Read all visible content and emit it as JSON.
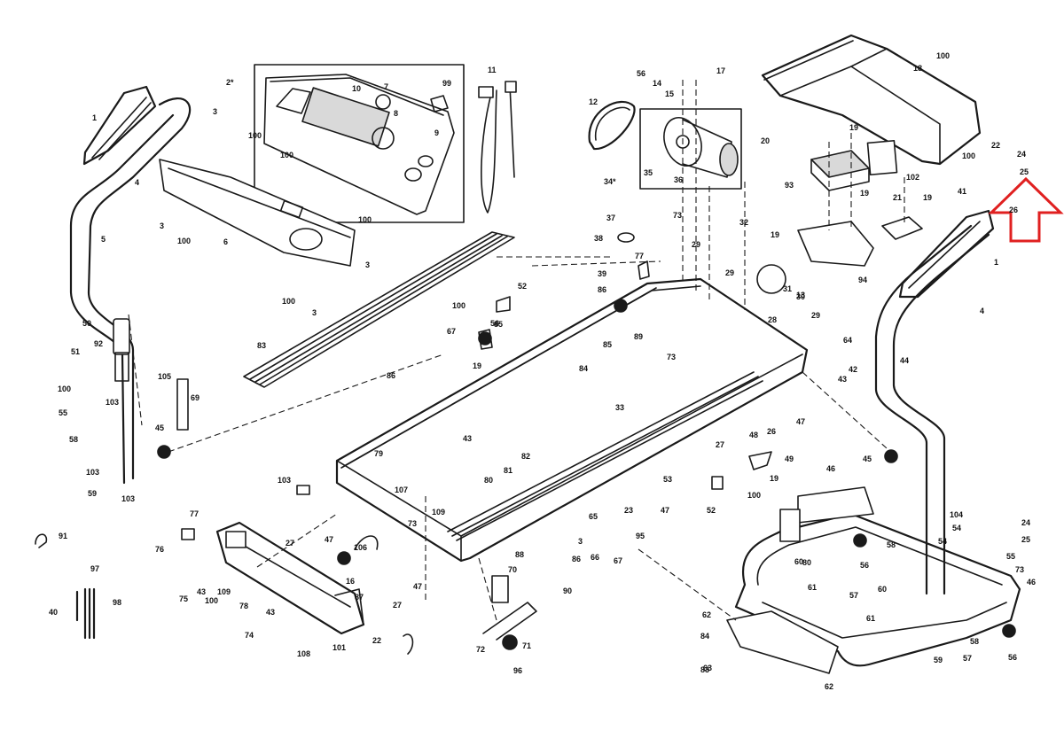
{
  "diagram": {
    "highlight_arrow_color": "#e02020",
    "labels": [
      {
        "id": "l1",
        "text": "1"
      },
      {
        "id": "l2",
        "text": "1"
      },
      {
        "id": "l3",
        "text": "2*"
      },
      {
        "id": "l4",
        "text": "3"
      },
      {
        "id": "l5",
        "text": "3"
      },
      {
        "id": "l6",
        "text": "3"
      },
      {
        "id": "l7",
        "text": "3"
      },
      {
        "id": "l8",
        "text": "3"
      },
      {
        "id": "l9",
        "text": "4"
      },
      {
        "id": "l10",
        "text": "4"
      },
      {
        "id": "l11",
        "text": "5"
      },
      {
        "id": "l12",
        "text": "6"
      },
      {
        "id": "l13",
        "text": "7"
      },
      {
        "id": "l14",
        "text": "8"
      },
      {
        "id": "l15",
        "text": "9"
      },
      {
        "id": "l16",
        "text": "10"
      },
      {
        "id": "l17",
        "text": "11"
      },
      {
        "id": "l18",
        "text": "12"
      },
      {
        "id": "l19",
        "text": "13"
      },
      {
        "id": "l20",
        "text": "14"
      },
      {
        "id": "l21",
        "text": "15"
      },
      {
        "id": "l22",
        "text": "16"
      },
      {
        "id": "l23",
        "text": "17"
      },
      {
        "id": "l24",
        "text": "18"
      },
      {
        "id": "l25",
        "text": "19"
      },
      {
        "id": "l26",
        "text": "19"
      },
      {
        "id": "l27",
        "text": "19"
      },
      {
        "id": "l28",
        "text": "19"
      },
      {
        "id": "l29",
        "text": "19"
      },
      {
        "id": "l30",
        "text": "19"
      },
      {
        "id": "l31",
        "text": "20"
      },
      {
        "id": "l32",
        "text": "21"
      },
      {
        "id": "l33",
        "text": "22"
      },
      {
        "id": "l34",
        "text": "22"
      },
      {
        "id": "l35",
        "text": "23"
      },
      {
        "id": "l36",
        "text": "24"
      },
      {
        "id": "l37",
        "text": "24"
      },
      {
        "id": "l38",
        "text": "25"
      },
      {
        "id": "l39",
        "text": "25"
      },
      {
        "id": "l40",
        "text": "26"
      },
      {
        "id": "l41",
        "text": "26"
      },
      {
        "id": "l42",
        "text": "27"
      },
      {
        "id": "l43",
        "text": "27"
      },
      {
        "id": "l44",
        "text": "27"
      },
      {
        "id": "l45",
        "text": "28"
      },
      {
        "id": "l46",
        "text": "29"
      },
      {
        "id": "l47",
        "text": "29"
      },
      {
        "id": "l48",
        "text": "29"
      },
      {
        "id": "l49",
        "text": "30"
      },
      {
        "id": "l50",
        "text": "31"
      },
      {
        "id": "l51",
        "text": "32"
      },
      {
        "id": "l52",
        "text": "33"
      },
      {
        "id": "l53",
        "text": "34*"
      },
      {
        "id": "l54",
        "text": "35"
      },
      {
        "id": "l55",
        "text": "36"
      },
      {
        "id": "l56",
        "text": "37"
      },
      {
        "id": "l57",
        "text": "38"
      },
      {
        "id": "l58",
        "text": "39"
      },
      {
        "id": "l59",
        "text": "40"
      },
      {
        "id": "l60",
        "text": "41"
      },
      {
        "id": "l61",
        "text": "42"
      },
      {
        "id": "l62",
        "text": "43"
      },
      {
        "id": "l63",
        "text": "43"
      },
      {
        "id": "l64",
        "text": "43"
      },
      {
        "id": "l65",
        "text": "43"
      },
      {
        "id": "l66",
        "text": "44"
      },
      {
        "id": "l67",
        "text": "45"
      },
      {
        "id": "l68",
        "text": "45"
      },
      {
        "id": "l69",
        "text": "46"
      },
      {
        "id": "l70",
        "text": "46"
      },
      {
        "id": "l71",
        "text": "47"
      },
      {
        "id": "l72",
        "text": "47"
      },
      {
        "id": "l73",
        "text": "47"
      },
      {
        "id": "l74",
        "text": "47"
      },
      {
        "id": "l75",
        "text": "48"
      },
      {
        "id": "l76",
        "text": "49"
      },
      {
        "id": "l77",
        "text": "50"
      },
      {
        "id": "l78",
        "text": "51"
      },
      {
        "id": "l79",
        "text": "52"
      },
      {
        "id": "l80",
        "text": "52"
      },
      {
        "id": "l81",
        "text": "53"
      },
      {
        "id": "l82",
        "text": "54"
      },
      {
        "id": "l83",
        "text": "54"
      },
      {
        "id": "l84",
        "text": "55"
      },
      {
        "id": "l85",
        "text": "55"
      },
      {
        "id": "l86",
        "text": "56"
      },
      {
        "id": "l87",
        "text": "56"
      },
      {
        "id": "l88",
        "text": "56"
      },
      {
        "id": "l89",
        "text": "56"
      },
      {
        "id": "l90",
        "text": "57"
      },
      {
        "id": "l91",
        "text": "57"
      },
      {
        "id": "l92",
        "text": "58"
      },
      {
        "id": "l93",
        "text": "58"
      },
      {
        "id": "l94",
        "text": "58"
      },
      {
        "id": "l95",
        "text": "59"
      },
      {
        "id": "l96",
        "text": "59"
      },
      {
        "id": "l97",
        "text": "60"
      },
      {
        "id": "l98",
        "text": "60"
      },
      {
        "id": "l99",
        "text": "61"
      },
      {
        "id": "l100",
        "text": "61"
      },
      {
        "id": "l101",
        "text": "62"
      },
      {
        "id": "l102",
        "text": "62"
      },
      {
        "id": "l103",
        "text": "63"
      },
      {
        "id": "l104",
        "text": "64"
      },
      {
        "id": "l105",
        "text": "65"
      },
      {
        "id": "l106",
        "text": "66"
      },
      {
        "id": "l107",
        "text": "67"
      },
      {
        "id": "l108",
        "text": "67"
      },
      {
        "id": "l109",
        "text": "69"
      },
      {
        "id": "l110",
        "text": "70"
      },
      {
        "id": "l111",
        "text": "71"
      },
      {
        "id": "l112",
        "text": "72"
      },
      {
        "id": "l113",
        "text": "73"
      },
      {
        "id": "l114",
        "text": "73"
      },
      {
        "id": "l115",
        "text": "73"
      },
      {
        "id": "l116",
        "text": "73"
      },
      {
        "id": "l117",
        "text": "74"
      },
      {
        "id": "l118",
        "text": "75"
      },
      {
        "id": "l119",
        "text": "76"
      },
      {
        "id": "l120",
        "text": "77"
      },
      {
        "id": "l121",
        "text": "77"
      },
      {
        "id": "l122",
        "text": "78"
      },
      {
        "id": "l123",
        "text": "79"
      },
      {
        "id": "l124",
        "text": "80"
      },
      {
        "id": "l125",
        "text": "80"
      },
      {
        "id": "l126",
        "text": "81"
      },
      {
        "id": "l127",
        "text": "82"
      },
      {
        "id": "l128",
        "text": "83"
      },
      {
        "id": "l129",
        "text": "83"
      },
      {
        "id": "l130",
        "text": "84"
      },
      {
        "id": "l131",
        "text": "84"
      },
      {
        "id": "l132",
        "text": "85"
      },
      {
        "id": "l133",
        "text": "85"
      },
      {
        "id": "l134",
        "text": "86"
      },
      {
        "id": "l135",
        "text": "86"
      },
      {
        "id": "l136",
        "text": "86"
      },
      {
        "id": "l137",
        "text": "87"
      },
      {
        "id": "l138",
        "text": "88"
      },
      {
        "id": "l139",
        "text": "89"
      },
      {
        "id": "l140",
        "text": "90"
      },
      {
        "id": "l141",
        "text": "91"
      },
      {
        "id": "l142",
        "text": "92"
      },
      {
        "id": "l143",
        "text": "93"
      },
      {
        "id": "l144",
        "text": "94"
      },
      {
        "id": "l145",
        "text": "95"
      },
      {
        "id": "l146",
        "text": "96"
      },
      {
        "id": "l147",
        "text": "97"
      },
      {
        "id": "l148",
        "text": "98"
      },
      {
        "id": "l149",
        "text": "99"
      },
      {
        "id": "l150",
        "text": "100"
      },
      {
        "id": "l151",
        "text": "100"
      },
      {
        "id": "l152",
        "text": "100"
      },
      {
        "id": "l153",
        "text": "100"
      },
      {
        "id": "l154",
        "text": "100"
      },
      {
        "id": "l155",
        "text": "100"
      },
      {
        "id": "l156",
        "text": "100"
      },
      {
        "id": "l157",
        "text": "100"
      },
      {
        "id": "l158",
        "text": "100"
      },
      {
        "id": "l159",
        "text": "100"
      },
      {
        "id": "l160",
        "text": "100"
      },
      {
        "id": "l161",
        "text": "101"
      },
      {
        "id": "l162",
        "text": "102"
      },
      {
        "id": "l163",
        "text": "103"
      },
      {
        "id": "l164",
        "text": "103"
      },
      {
        "id": "l165",
        "text": "103"
      },
      {
        "id": "l166",
        "text": "103"
      },
      {
        "id": "l167",
        "text": "104"
      },
      {
        "id": "l168",
        "text": "105"
      },
      {
        "id": "l169",
        "text": "106"
      },
      {
        "id": "l170",
        "text": "107"
      },
      {
        "id": "l171",
        "text": "108"
      },
      {
        "id": "l172",
        "text": "109"
      },
      {
        "id": "l173",
        "text": "109"
      }
    ]
  }
}
